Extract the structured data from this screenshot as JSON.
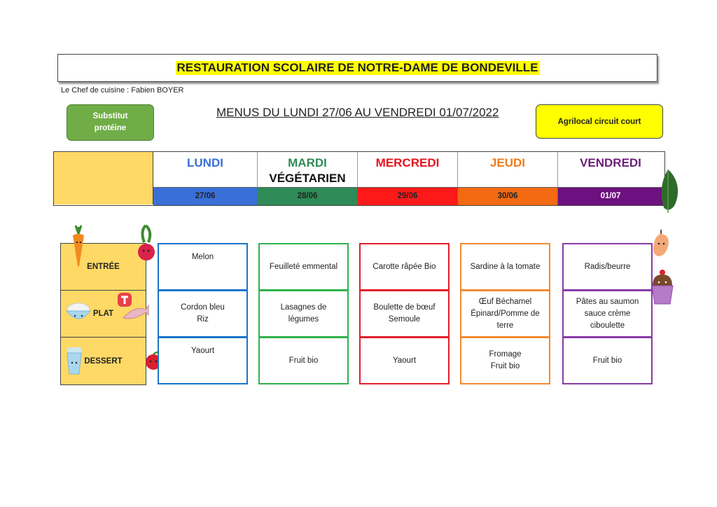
{
  "header": {
    "title": "RESTAURATION SCOLAIRE DE NOTRE-DAME DE BONDEVILLE",
    "chef": "Le Chef de cuisine : Fabien BOYER",
    "menus_title": "MENUS DU LUNDI 27/06 AU VENDREDI 01/07/2022"
  },
  "legend": {
    "substitut": "Substitut\nprotéine",
    "agrilocal": "Agrilocal circuit court",
    "colors": {
      "substitut": "#70ad47",
      "agrilocal": "#ffff00",
      "title_highlight": "#ffff00",
      "label_bg": "#ffd966"
    }
  },
  "days": [
    {
      "name": "LUNDI",
      "subtitle": "",
      "date": "27/06",
      "color": "#3a6fd8",
      "bar": "#3a6fd8"
    },
    {
      "name": "MARDI",
      "subtitle": "VÉGÉTARIEN",
      "date": "28/06",
      "color": "#2e8b57",
      "bar": "#2e8b57"
    },
    {
      "name": "MERCREDI",
      "subtitle": "",
      "date": "29/06",
      "color": "#e8121f",
      "bar": "#ff1a1a"
    },
    {
      "name": "JEUDI",
      "subtitle": "",
      "date": "30/06",
      "color": "#f07c1a",
      "bar": "#f36a12"
    },
    {
      "name": "VENDREDI",
      "subtitle": "",
      "date": "01/07",
      "color": "#6d1f7a",
      "bar": "#6d1080"
    }
  ],
  "rows": [
    {
      "label": "ENTRÉE",
      "cells": [
        "Melon",
        "Feuilleté emmental",
        "Carotte râpée Bio",
        "Sardine à la tomate",
        "Radis/beurre"
      ]
    },
    {
      "label": "PLAT",
      "cells": [
        "Cordon bleu\nRiz",
        "Lasagnes de\nlégumes",
        "Boulette de bœuf\nSemoule",
        "Œuf Béchamel\nÉpinard/Pomme de\nterre",
        "Pâtes au saumon\nsauce crème\nciboulette"
      ]
    },
    {
      "label": "DESSERT",
      "cells": [
        "Yaourt",
        "Fruit bio",
        "Yaourt",
        "Fromage\nFruit bio",
        "Fruit bio"
      ]
    }
  ]
}
